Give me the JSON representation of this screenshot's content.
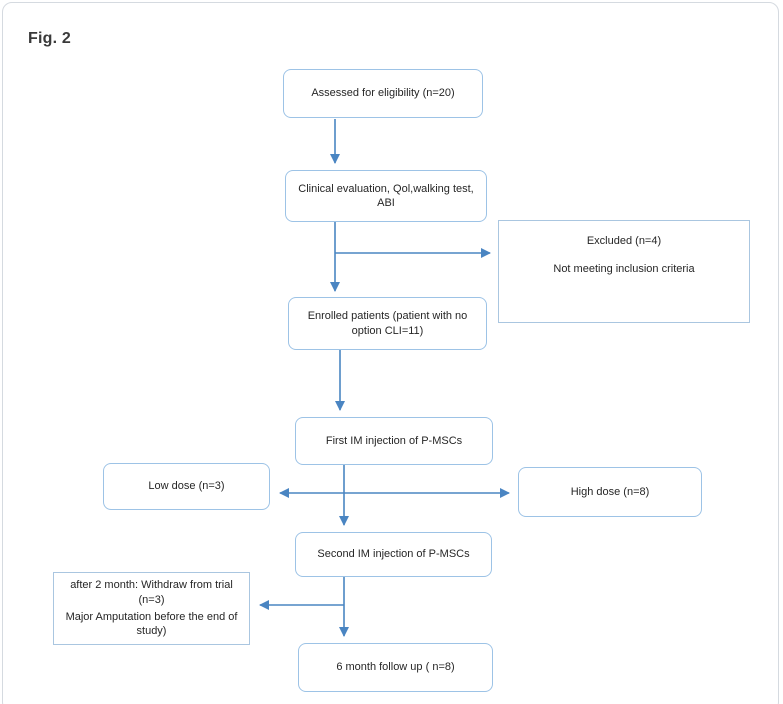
{
  "figure": {
    "label": "Fig. 2"
  },
  "nodes": {
    "assessed": "Assessed for eligibility (n=20)",
    "clinical": "Clinical evaluation, Qol,walking test, ABI",
    "excluded_title": "Excluded (n=4)",
    "excluded_reason": "Not meeting inclusion criteria",
    "enrolled": "Enrolled patients (patient with no option CLI=11)",
    "first_injection": "First IM injection of P-MSCs",
    "low_dose": "Low dose (n=3)",
    "high_dose": "High dose (n=8)",
    "second_injection": "Second IM injection of P-MSCs",
    "withdraw_line1": "after 2 month: Withdraw from trial (n=3)",
    "withdraw_line2": "Major Amputation before the end of study)",
    "follow_up": "6 month follow up ( n=8)"
  },
  "colors": {
    "arrow": "#4a85c2",
    "box_border": "#9dc3e6",
    "text": "#262626",
    "figure_border": "#d5dae0"
  }
}
